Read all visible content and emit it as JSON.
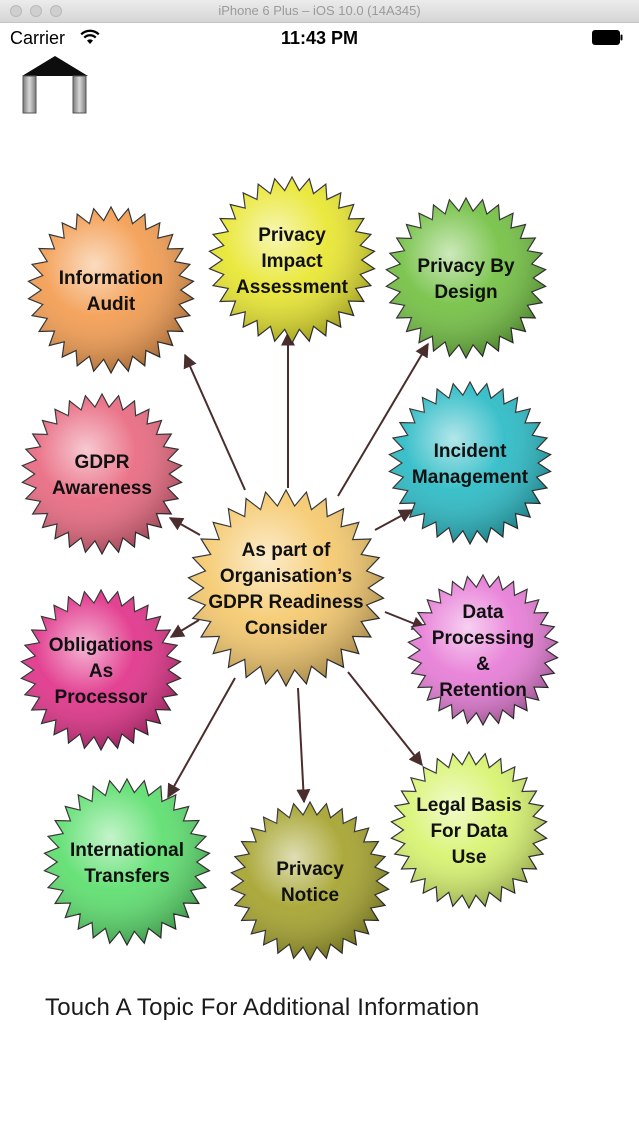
{
  "window": {
    "title": "iPhone 6 Plus – iOS 10.0 (14A345)"
  },
  "status_bar": {
    "carrier": "Carrier",
    "time": "11:43 PM"
  },
  "nav": {
    "home_icon": "home-icon"
  },
  "diagram": {
    "center": {
      "lines": [
        "As part of",
        "Organisation’s",
        "GDPR Readiness",
        "Consider"
      ],
      "color": "#f5c86a"
    },
    "topics": [
      {
        "id": "information-audit",
        "lines": [
          "Information",
          "Audit"
        ],
        "color": "#f39a4c"
      },
      {
        "id": "privacy-impact-assessment",
        "lines": [
          "Privacy",
          "Impact",
          "Assessment"
        ],
        "color": "#e8e62a"
      },
      {
        "id": "privacy-by-design",
        "lines": [
          "Privacy By",
          "Design"
        ],
        "color": "#6fbf3e"
      },
      {
        "id": "gdpr-awareness",
        "lines": [
          "GDPR",
          "Awareness"
        ],
        "color": "#e8657d"
      },
      {
        "id": "incident-management",
        "lines": [
          "Incident",
          "Management"
        ],
        "color": "#25b9c4"
      },
      {
        "id": "obligations-as-processor",
        "lines": [
          "Obligations",
          "As",
          "Processor"
        ],
        "color": "#e02d86"
      },
      {
        "id": "data-processing-retention",
        "lines": [
          "Data",
          "Processing",
          "&",
          "Retention"
        ],
        "color": "#e779d6"
      },
      {
        "id": "international-transfers",
        "lines": [
          "International",
          "Transfers"
        ],
        "color": "#58de6a"
      },
      {
        "id": "privacy-notice",
        "lines": [
          "Privacy",
          "Notice"
        ],
        "color": "#a3a128"
      },
      {
        "id": "legal-basis-for-data-use",
        "lines": [
          "Legal Basis",
          "For Data",
          "Use"
        ],
        "color": "#d6f36b"
      }
    ]
  },
  "footer": {
    "text": "Touch A Topic For Additional Information"
  }
}
